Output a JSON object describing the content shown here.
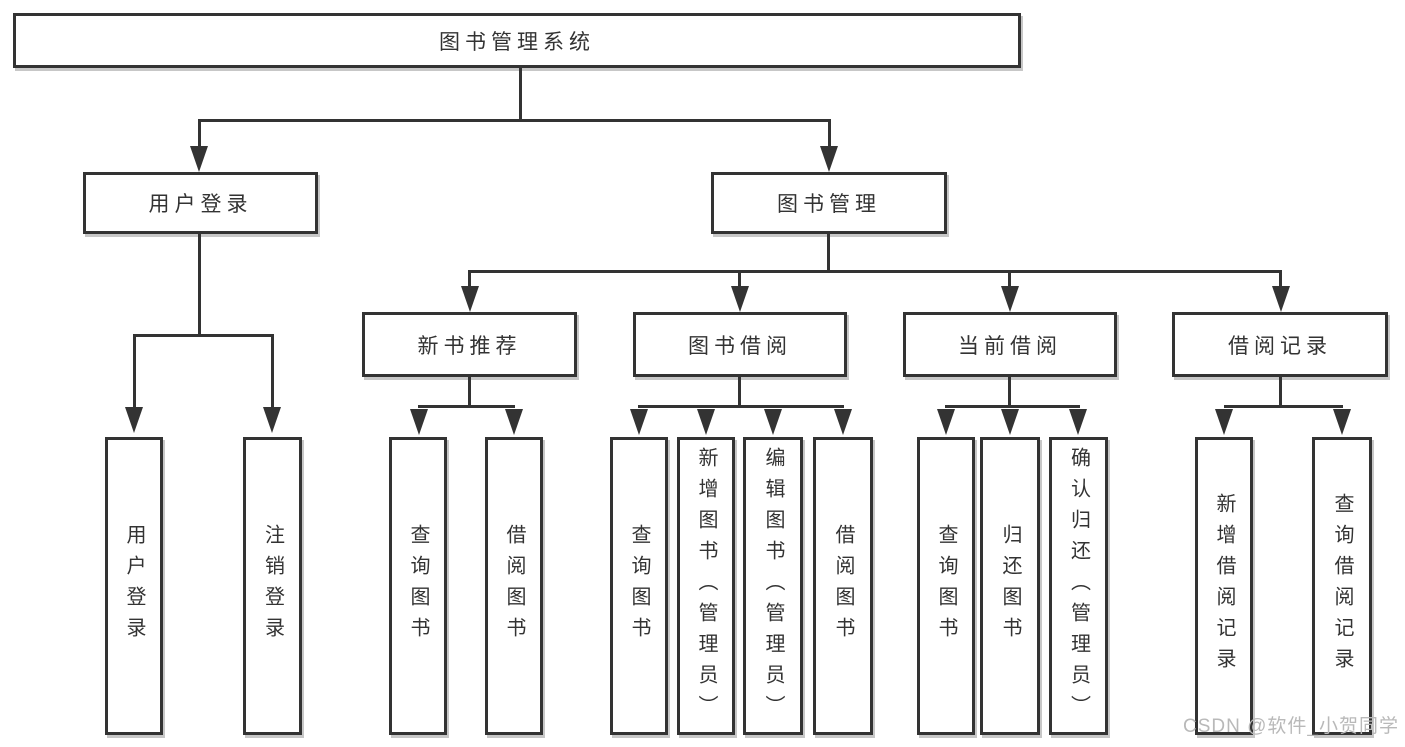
{
  "diagram_type": "hierarchy-tree",
  "tree": {
    "label": "图书管理系统",
    "children": [
      {
        "label": "用户登录",
        "children": [
          {
            "label": "用户登录"
          },
          {
            "label": "注销登录"
          }
        ]
      },
      {
        "label": "图书管理",
        "children": [
          {
            "label": "新书推荐",
            "children": [
              {
                "label": "查询图书"
              },
              {
                "label": "借阅图书"
              }
            ]
          },
          {
            "label": "图书借阅",
            "children": [
              {
                "label": "查询图书"
              },
              {
                "label": "新增图书（管理员）"
              },
              {
                "label": "编辑图书（管理员）"
              },
              {
                "label": "借阅图书"
              }
            ]
          },
          {
            "label": "当前借阅",
            "children": [
              {
                "label": "查询图书"
              },
              {
                "label": "归还图书"
              },
              {
                "label": "确认归还（管理员）"
              }
            ]
          },
          {
            "label": "借阅记录",
            "children": [
              {
                "label": "新增借阅记录"
              },
              {
                "label": "查询借阅记录"
              }
            ]
          }
        ]
      }
    ]
  },
  "watermark": "CSDN @软件_小贺同学",
  "colors": {
    "line": "#333333",
    "text": "#333333",
    "box_fill": "#ffffff",
    "watermark": "#b9b9b9"
  }
}
